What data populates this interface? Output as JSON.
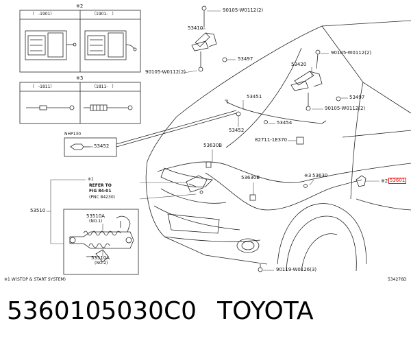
{
  "labels": {
    "p90105_w0112_top": "90105-W0112(2)",
    "p90105_w0112_right": "90105-W0112(2)",
    "p90105_w0112_left": "90105-W0112(2)",
    "p90105_w0112_mid": "90105-W0112(2)",
    "p53410": "53410",
    "p53497_left": "53497",
    "p53497_right": "53497",
    "p53420": "53420",
    "p53451": "53451",
    "p53452_main": "53452",
    "p53452_nhp": "53452",
    "p53454": "53454",
    "p82711": "82711-1E370",
    "p53630b_top": "53630B",
    "p53630b_mid": "53630B",
    "p53630": "53630",
    "p53601": "53601",
    "p53510": "53510",
    "p53510a_top": "53510A",
    "p53510a_bot": "53510A",
    "p90119": "90119-W0126(3)",
    "nhp130": "NHP130",
    "refer_1": "REFER TO",
    "refer_2": "FIG 84-01",
    "refer_3": "(PNC 84230)",
    "no1": "(NO.1)",
    "no2": "(NO.2)",
    "mark2_top": "※2",
    "mark3_mid": "※3",
    "mark1_refer": "※1",
    "mark3_53630": "※3",
    "mark2_53601": "※2",
    "box2_h1": "（　-1901）",
    "box2_h2": "（1901-　）",
    "box3_h1": "（　-1811）",
    "box3_h2": "（1811-　）",
    "footnote": "※1 W(STOP & START SYSTEM)",
    "figure_code": "534276D"
  },
  "caption": {
    "part_number": "5360105030C0",
    "brand": "TOYOTA"
  }
}
